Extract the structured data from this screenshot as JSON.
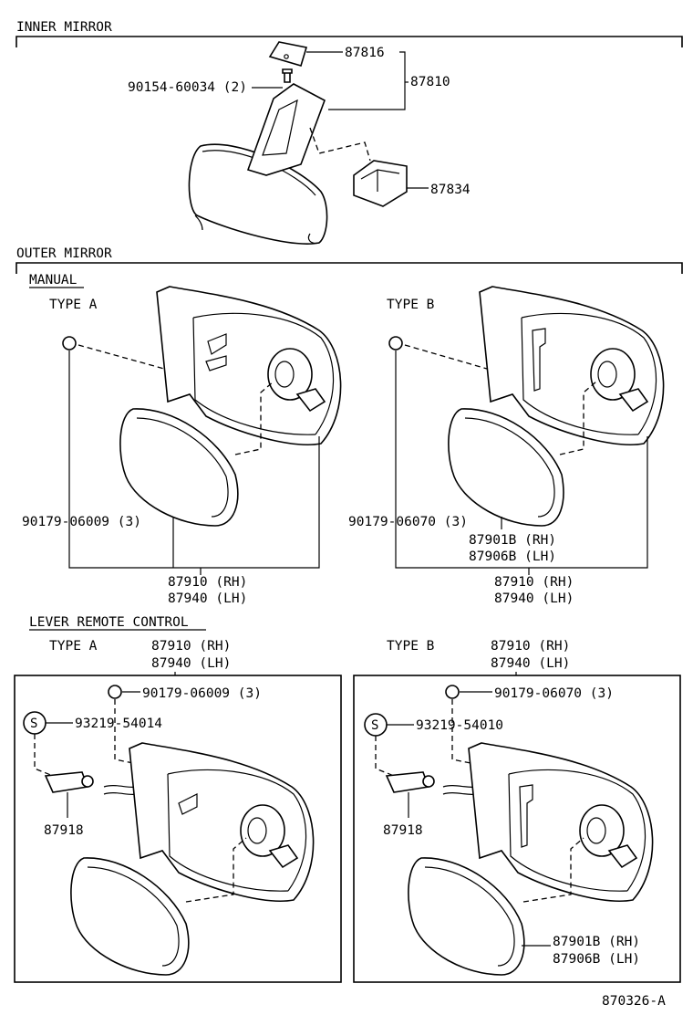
{
  "sections": {
    "inner": "INNER MIRROR",
    "outer": "OUTER MIRROR",
    "manual": "MANUAL",
    "lever": "LEVER REMOTE CONTROL"
  },
  "types": {
    "a": "TYPE A",
    "b": "TYPE B"
  },
  "inner_parts": {
    "p87816": "87816",
    "p87810": "87810",
    "p90154": "90154-60034 (2)",
    "p87834": "87834"
  },
  "manual_a": {
    "screw": "90179-06009 (3)",
    "assy_rh": "87910 (RH)",
    "assy_lh": "87940 (LH)"
  },
  "manual_b": {
    "screw": "90179-06070 (3)",
    "mirror_rh": "87901B (RH)",
    "mirror_lh": "87906B (LH)",
    "assy_rh": "87910 (RH)",
    "assy_lh": "87940 (LH)"
  },
  "lever_a": {
    "assy_rh": "87910 (RH)",
    "assy_lh": "87940 (LH)",
    "screw": "90179-06009 (3)",
    "clip": "93219-54014",
    "knob": "87918",
    "s_symbol": "S"
  },
  "lever_b": {
    "assy_rh": "87910 (RH)",
    "assy_lh": "87940 (LH)",
    "screw": "90179-06070 (3)",
    "clip": "93219-54010",
    "knob": "87918",
    "mirror_rh": "87901B (RH)",
    "mirror_lh": "87906B (LH)",
    "s_symbol": "S"
  },
  "figure_code": "870326-A"
}
